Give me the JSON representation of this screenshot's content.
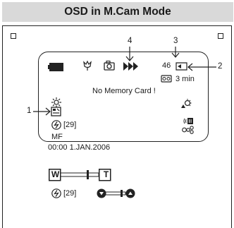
{
  "header": {
    "title": "OSD in M.Cam Mode"
  },
  "callouts": {
    "c1": "1",
    "c2": "2",
    "c3": "3",
    "c4": "4"
  },
  "osd": {
    "counter": "46",
    "remaining_time": "3 min",
    "message": "No Memory Card !",
    "flash_count": "[29]",
    "manual_focus": "MF",
    "timestamp": "00:00  1.JAN.2006"
  },
  "zoom": {
    "wide_label": "W",
    "tele_label": "T"
  },
  "bottom": {
    "flash_count": "[29]"
  },
  "icons": {
    "battery": "battery-icon",
    "macro": "tulip-icon",
    "camera": "camera-icon",
    "play": "triple-play-icon",
    "card": "memory-card-icon",
    "tape": "tape-icon",
    "program_ae": "program-ae-icon",
    "photo_mode": "photo-mode-icon",
    "white_balance": "white-balance-icon",
    "flash": "flash-icon",
    "speaker": "speaker-icon",
    "dsp": "dsp-icon",
    "zoom_bar": "zoom-bar-icon",
    "exposure_bar": "exposure-bar-icon"
  }
}
